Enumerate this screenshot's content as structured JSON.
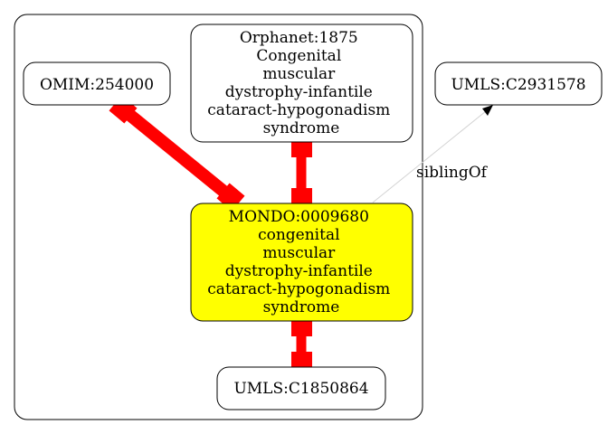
{
  "colors": {
    "background": "#ffffff",
    "node_stroke": "#000000",
    "focus_fill": "#ffff00",
    "equivalence_edge": "#ff0000",
    "sibling_edge": "#d3d3d3"
  },
  "nodes": {
    "omim": {
      "lines": [
        "OMIM:254000"
      ]
    },
    "orphanet": {
      "lines": [
        "Orphanet:1875",
        "Congenital",
        "muscular",
        "dystrophy-infantile",
        "cataract-hypogonadism",
        "syndrome"
      ]
    },
    "umls_c2931578": {
      "lines": [
        "UMLS:C2931578"
      ]
    },
    "mondo": {
      "lines": [
        "MONDO:0009680",
        "congenital",
        "muscular",
        "dystrophy-infantile",
        "cataract-hypogonadism",
        "syndrome"
      ]
    },
    "umls_c1850864": {
      "lines": [
        "UMLS:C1850864"
      ]
    }
  },
  "edges": {
    "sibling_label": "siblingOf"
  }
}
